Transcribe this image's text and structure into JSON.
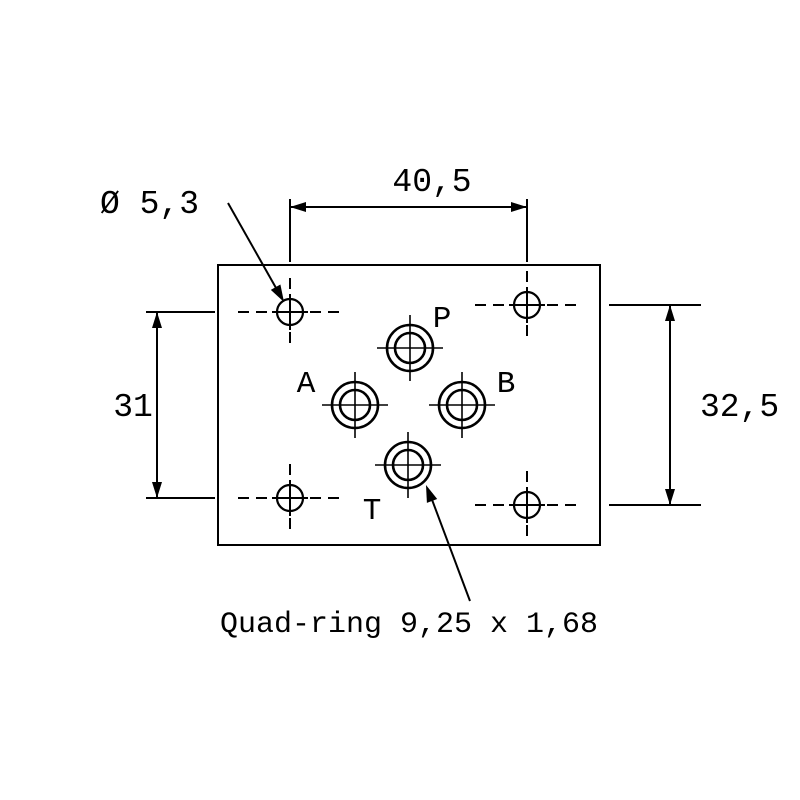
{
  "drawing": {
    "background_color": "#ffffff",
    "line_color": "#000000",
    "ports": {
      "p": "P",
      "a": "A",
      "b": "B",
      "t": "T"
    },
    "dimensions": {
      "hole_diameter": "Ø 5,3",
      "top_width": "40,5",
      "left_height": "31",
      "right_height": "32,5"
    },
    "note": "Quad-ring 9,25 x 1,68"
  }
}
